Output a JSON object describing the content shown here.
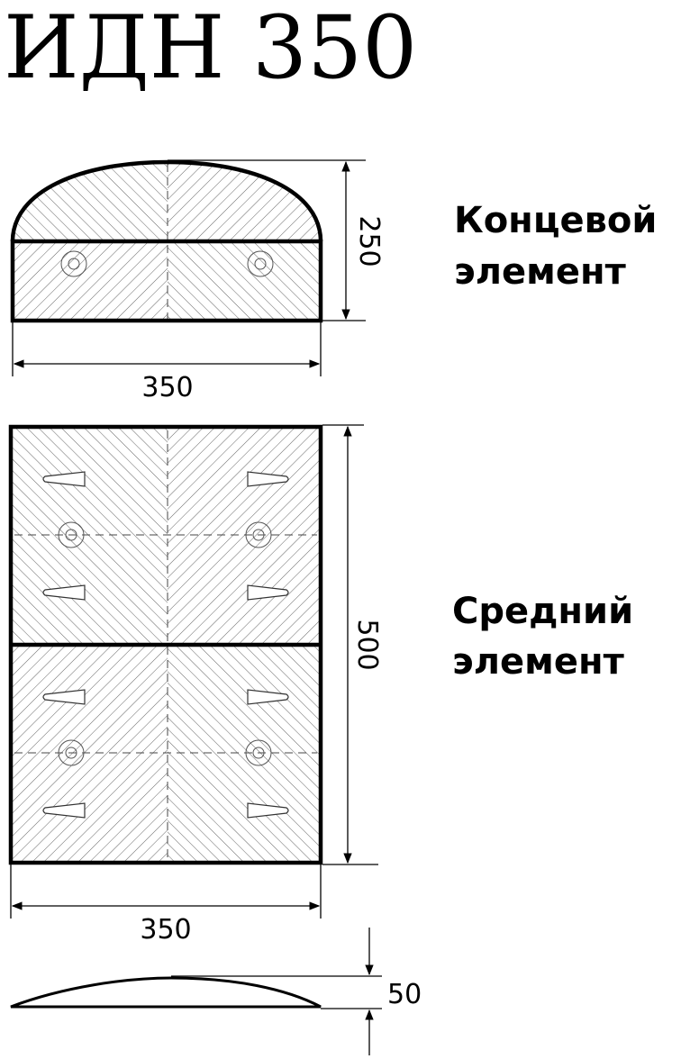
{
  "title": "ИДН 350",
  "end_element": {
    "label_line1": "Концевой",
    "label_line2": "элемент",
    "width_dim": "350",
    "height_dim": "250"
  },
  "middle_element": {
    "label_line1": "Средний",
    "label_line2": "элемент",
    "width_dim": "350",
    "height_dim": "500"
  },
  "profile": {
    "thickness_dim": "50"
  },
  "colors": {
    "line": "#000000",
    "hatch": "#666666",
    "background": "#ffffff"
  }
}
